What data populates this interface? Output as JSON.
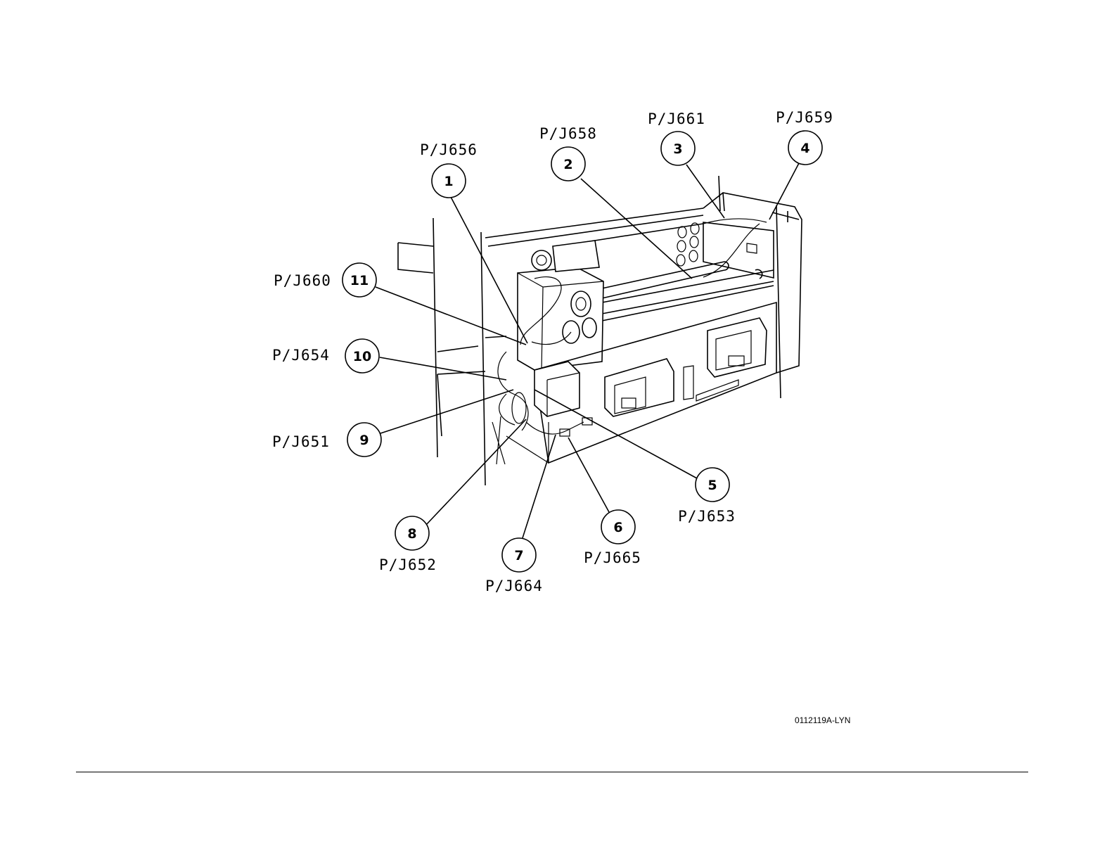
{
  "callouts": [
    {
      "number": "1",
      "label": "P/J656"
    },
    {
      "number": "2",
      "label": "P/J658"
    },
    {
      "number": "3",
      "label": "P/J661"
    },
    {
      "number": "4",
      "label": "P/J659"
    },
    {
      "number": "5",
      "label": "P/J653"
    },
    {
      "number": "6",
      "label": "P/J665"
    },
    {
      "number": "7",
      "label": "P/J664"
    },
    {
      "number": "8",
      "label": "P/J652"
    },
    {
      "number": "9",
      "label": "P/J651"
    },
    {
      "number": "10",
      "label": "P/J654"
    },
    {
      "number": "11",
      "label": "P/J660"
    }
  ],
  "figure_code": "0112119A-LYN"
}
